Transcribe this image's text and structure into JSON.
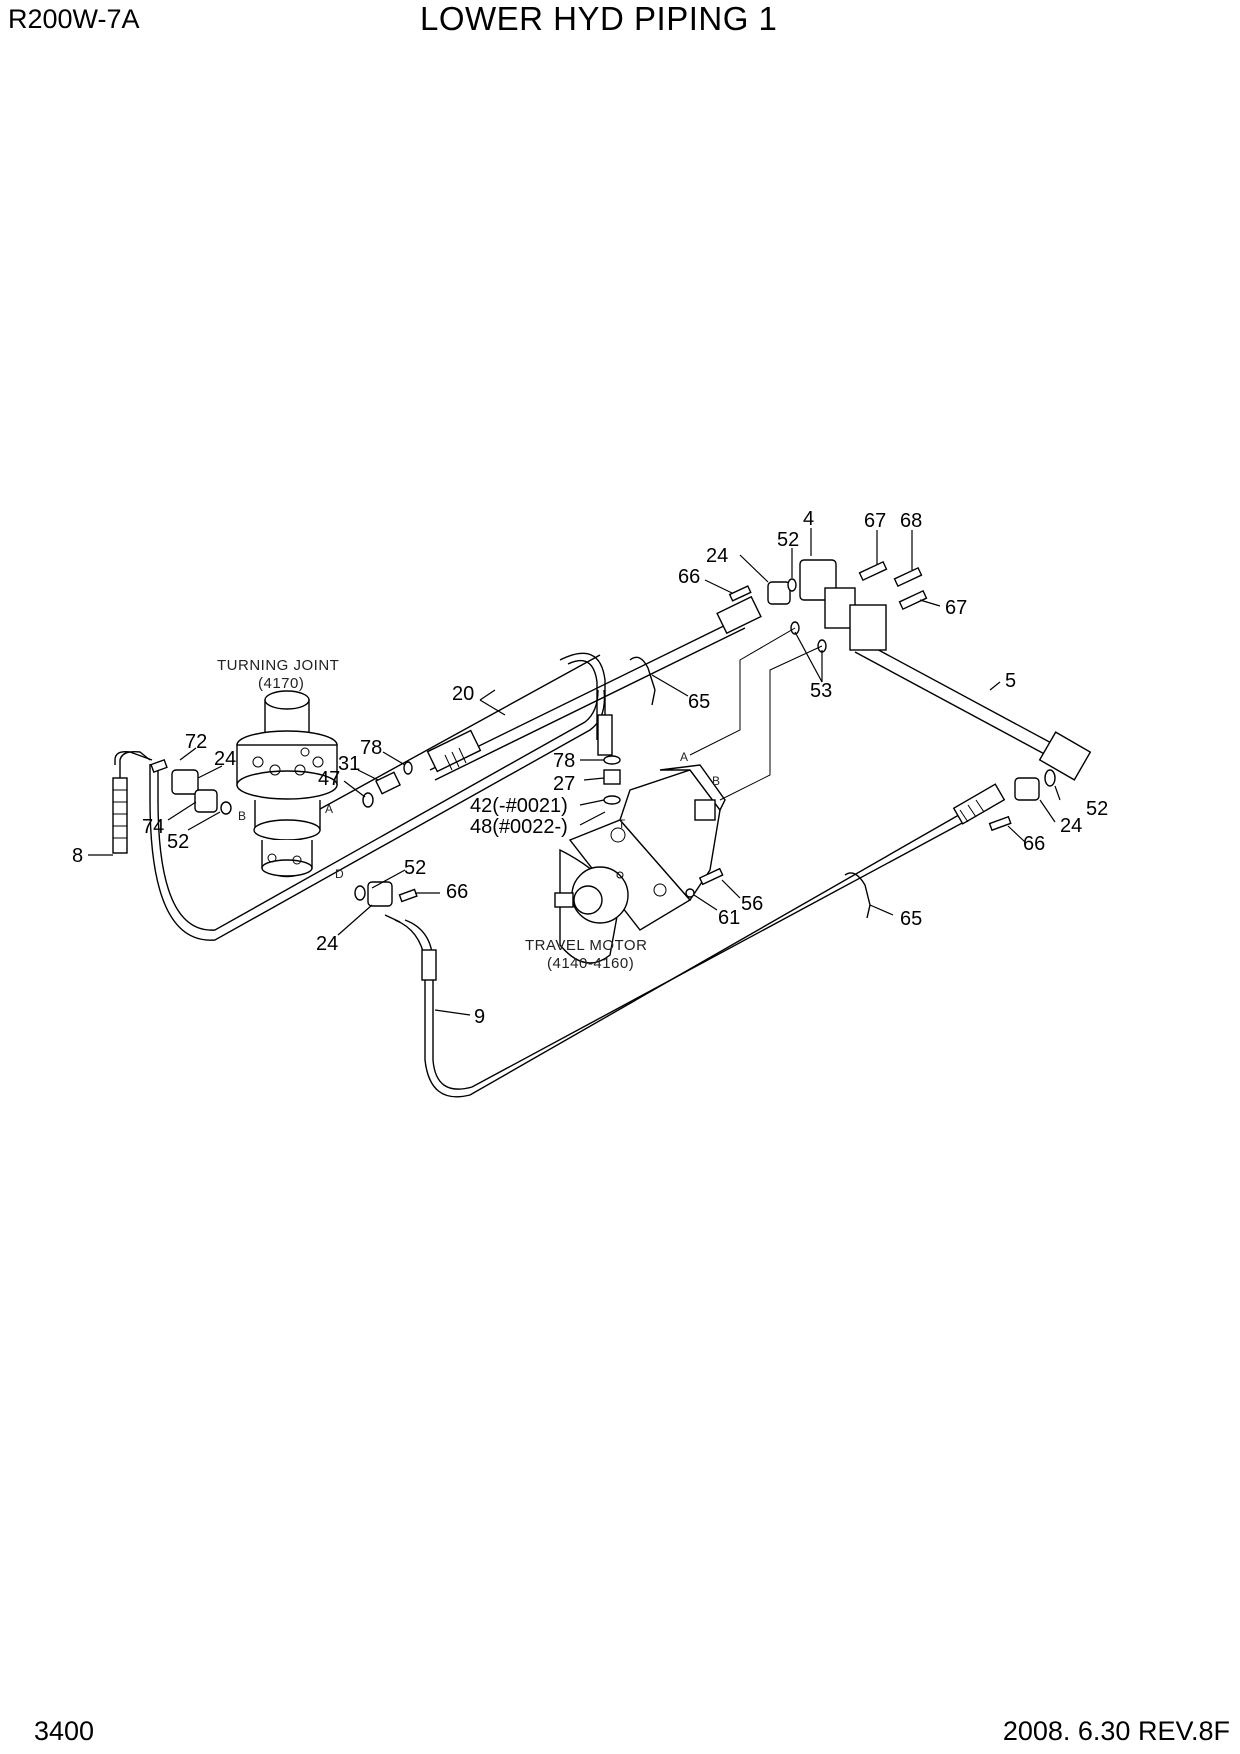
{
  "header": {
    "model": "R200W-7A",
    "title": "LOWER HYD PIPING 1"
  },
  "footer": {
    "page_number": "3400",
    "revision": "2008. 6.30  REV.8F"
  },
  "components": {
    "turning_joint_name": "TURNING JOINT",
    "turning_joint_ref": "(4170)",
    "travel_motor_name": "TRAVEL MOTOR",
    "travel_motor_ref": "(4140-4160)"
  },
  "port_labels": {
    "motor_a": "A",
    "motor_b": "B",
    "motor_t": "T",
    "joint_a": "A",
    "joint_b": "B",
    "joint_d": "D"
  },
  "callouts": [
    "4",
    "67",
    "68",
    "52",
    "24",
    "66",
    "67",
    "53",
    "5",
    "65",
    "20",
    "72",
    "24",
    "78",
    "31",
    "47",
    "74",
    "52",
    "8",
    "78",
    "27",
    "42(-#0021)",
    "48(#0022-)",
    "52",
    "24",
    "66",
    "52",
    "66",
    "56",
    "61",
    "65",
    "24",
    "9"
  ]
}
